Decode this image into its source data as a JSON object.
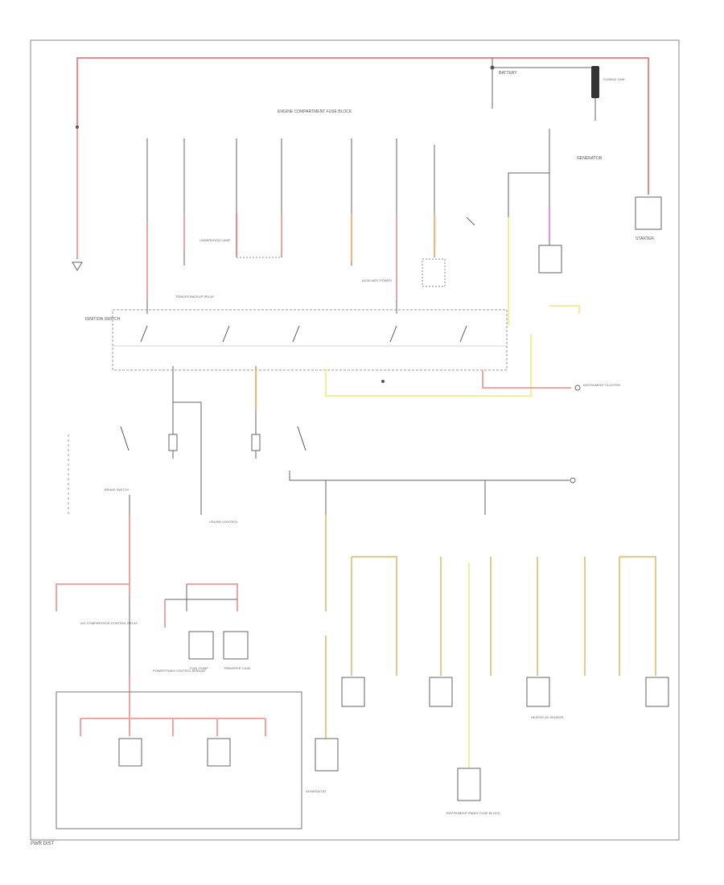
{
  "diagram": {
    "colors": {
      "red": "#f08a8a",
      "pink": "#f5a3a3",
      "yellow": "#f2ef9a",
      "orange": "#f5b57a",
      "tan": "#e8c98c",
      "magenta": "#e98bf0",
      "wire": "#666666",
      "dash": "#9a9a9a"
    },
    "top": {
      "battery": "BATTERY",
      "fuse_block": "ENGINE COMPARTMENT FUSE BLOCK",
      "starter": "STARTER",
      "generator": "GENERATOR",
      "fusible_link": "FUSIBLE LINK"
    },
    "middle": {
      "ignition_switch": "IGNITION SWITCH",
      "auxiliary": "AUXILIARY POWER",
      "underhood": "UNDERHOOD LAMP",
      "trailer": "TRAILER BACKUP RELAY",
      "instrument_cluster": "INSTRUMENT CLUSTER"
    },
    "lower": {
      "ac_compressor": "A/C COMPRESSOR CONTROL RELAY",
      "powertrain": "POWERTRAIN CONTROL MODULE",
      "fuel_pump": "FUEL PUMP",
      "transfer_case": "TRANSFER CASE",
      "brake_switch": "BRAKE SWITCH",
      "cruise": "CRUISE CONTROL",
      "heated_o2": "HEATED O2 SENSOR",
      "generator_lower": "GENERATOR",
      "instrument_panel": "INSTRUMENT PANEL FUSE BLOCK"
    },
    "footer": "PWR DIST"
  }
}
